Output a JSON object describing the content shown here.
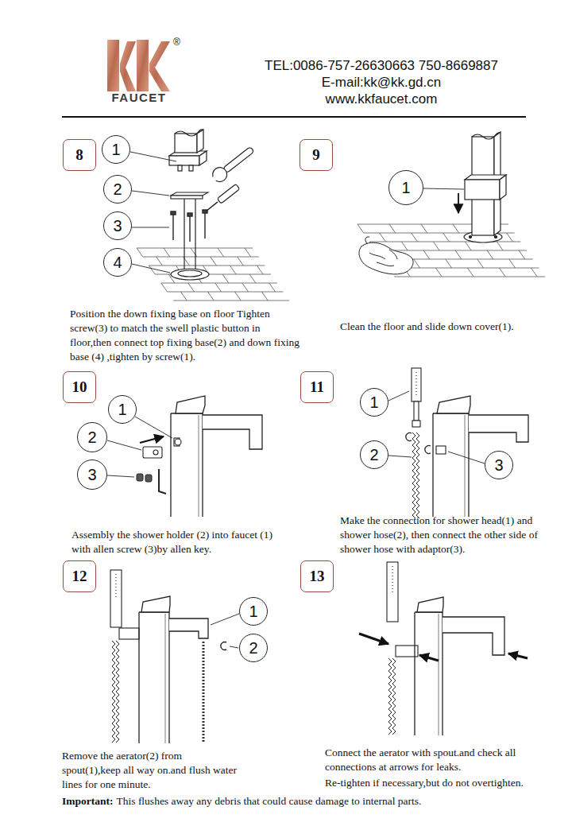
{
  "diagram": {
    "nodes": [
      {
        "text": [
          "8"
        ]
      },
      {
        "text": [
          "1"
        ]
      },
      {
        "text": [
          "2"
        ]
      },
      {
        "text": [
          "3"
        ]
      },
      {
        "text": [
          "4"
        ]
      },
      {
        "text": [
          "9"
        ]
      },
      {
        "text": [
          "1"
        ]
      },
      {
        "text": [
          "10"
        ]
      },
      {
        "text": [
          "1"
        ]
      },
      {
        "text": [
          "2"
        ]
      },
      {
        "text": [
          "3"
        ]
      },
      {
        "text": [
          "11"
        ]
      },
      {
        "text": [
          "1"
        ]
      },
      {
        "text": [
          "2"
        ]
      },
      {
        "text": [
          "3"
        ]
      },
      {
        "text": [
          "12"
        ]
      },
      {
        "text": [
          "1"
        ]
      },
      {
        "text": [
          "2"
        ]
      },
      {
        "text": [
          "13"
        ]
      }
    ],
    "labels": [
      "TEL:0086-757-26630663 750-8669887",
      "E-mail:kk@kk.gd.cn",
      "www.kkfaucet.com",
      "FAUCET",
      "®",
      "Position the down fixing base on floor Tighten screw(3) to match the swell plastic button in floor,then connect top fixing base(2) and down fixing base (4) ,tighten by screw(1).",
      "Clean the floor and slide down cover(1).",
      "Assembly the shower holder (2) into faucet (1) with allen screw (3)by allen key.",
      "Make the connection for shower head(1) and shower hose(2), then connect the other side of shower hose with adaptor(3).",
      "Remove the aerator(2) from spout(1),keep all way on.and flush water lines for one minute.",
      "Connect the aerator with spout.and check all connections at arrows for leaks.",
      "Re-tighten if necessary,but do not overtighten.",
      "Important:",
      "This flushes away any debris that could cause damage to internal parts."
    ]
  }
}
